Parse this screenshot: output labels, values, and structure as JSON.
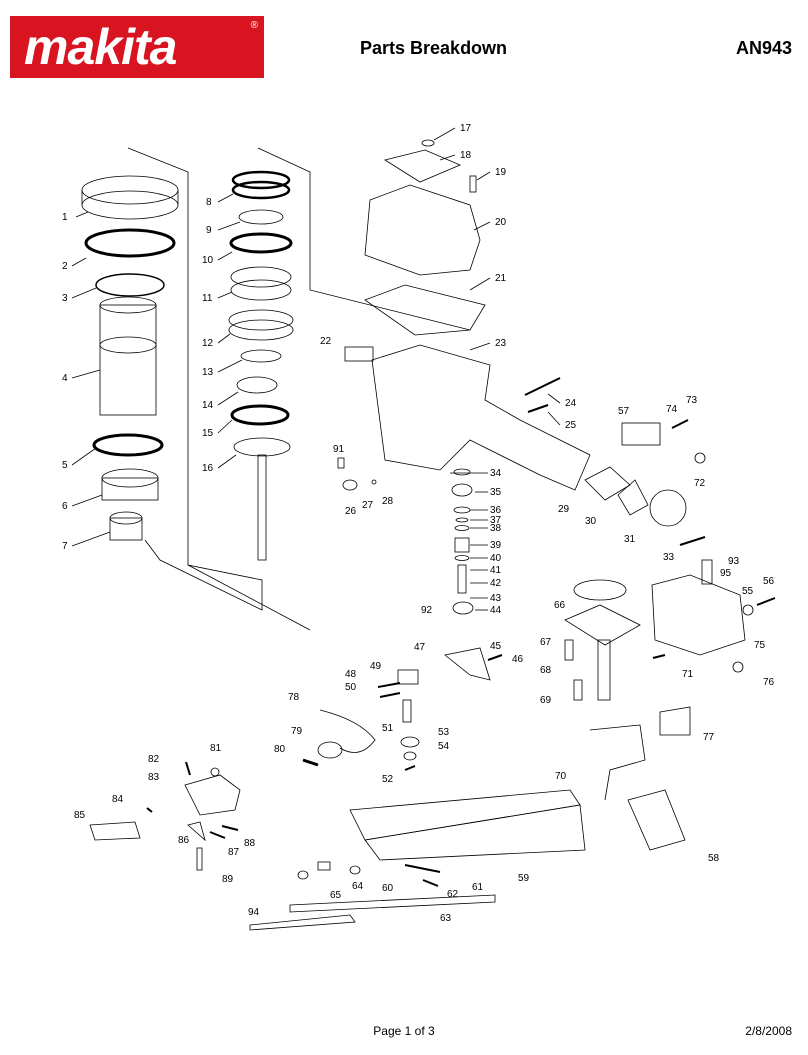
{
  "brand": "makita",
  "registered": "®",
  "title": "Parts Breakdown",
  "model": "AN943",
  "footer": {
    "page": "Page 1 of 3",
    "date": "2/8/2008"
  },
  "colors": {
    "brand_red": "#d7141f"
  },
  "parts": [
    "1",
    "2",
    "3",
    "4",
    "5",
    "6",
    "7",
    "8",
    "9",
    "10",
    "11",
    "12",
    "13",
    "14",
    "15",
    "16",
    "17",
    "18",
    "19",
    "20",
    "21",
    "22",
    "23",
    "24",
    "25",
    "26",
    "27",
    "28",
    "29",
    "30",
    "31",
    "33",
    "34",
    "35",
    "36",
    "37",
    "38",
    "39",
    "40",
    "41",
    "42",
    "43",
    "44",
    "45",
    "46",
    "47",
    "48",
    "49",
    "50",
    "51",
    "52",
    "53",
    "54",
    "55",
    "56",
    "57",
    "58",
    "59",
    "60",
    "61",
    "62",
    "63",
    "64",
    "65",
    "66",
    "67",
    "68",
    "69",
    "70",
    "71",
    "72",
    "73",
    "74",
    "75",
    "76",
    "77",
    "78",
    "79",
    "80",
    "81",
    "82",
    "83",
    "84",
    "85",
    "86",
    "87",
    "88",
    "89",
    "91",
    "92",
    "93",
    "94",
    "95"
  ]
}
